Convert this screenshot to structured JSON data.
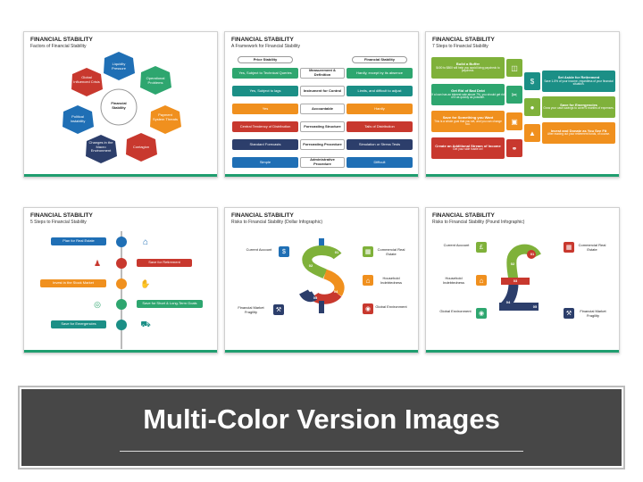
{
  "banner": {
    "title": "Multi-Color Version Images"
  },
  "slides": [
    {
      "title": "FINANCIAL STABILITY",
      "subtitle": "Factors of Financial Stability",
      "center": "Financial Stability",
      "factors": [
        "Liquidity Pressure",
        "Operational Problems",
        "Payment System Threats",
        "Contagion",
        "Changes in the Macro Environment",
        "Political Instability",
        "Global Influenced Crisis"
      ]
    },
    {
      "title": "FINANCIAL STABILITY",
      "subtitle": "A Framework for Financial Stability",
      "col_left": "Price Stability",
      "col_right": "Financial Stability",
      "rows": [
        {
          "left": "Yes, Subject to Technical Queries",
          "mid": "Measurement & Definition",
          "right": "Hardly, except by its absence"
        },
        {
          "left": "Yes, Subject to lags",
          "mid": "Instrument for Control",
          "right": "Limits, and difficult to adjust"
        },
        {
          "left": "Yes",
          "mid": "Accountable",
          "right": "Hardly"
        },
        {
          "left": "Central Tendency of Distribution",
          "mid": "Forecasting Structure",
          "right": "Tails of Distribution"
        },
        {
          "left": "Standard Forecasts",
          "mid": "Forecasting Procedure",
          "right": "Simulation or Stress Tests"
        },
        {
          "left": "Simple",
          "mid": "Administrative Procedure",
          "right": "Difficult"
        }
      ]
    },
    {
      "title": "FINANCIAL STABILITY",
      "subtitle": "7 Steps to Financial Stability",
      "steps_left": [
        {
          "head": "Build a Buffer",
          "body": "$400 to $800 will help you avoid living paycheck to paycheck."
        },
        {
          "head": "Get Rid of Bad Debt",
          "body": "If a loan has an interest rate above 7%, you should get rid of it as quickly as possible."
        },
        {
          "head": "Save for Something you Want",
          "body": "This is a whole goal that you set, and you can change too."
        },
        {
          "head": "Create an Additional Stream of Income",
          "body": "Get your side hustle on!"
        }
      ],
      "steps_right": [
        {
          "head": "Set Aside for Retirement",
          "body": "Save 1-5% of your income, regardless of your financial situation."
        },
        {
          "head": "Save for Emergencies",
          "body": "Grow your cash savings to cover 6 months of expenses."
        },
        {
          "head": "Invest and Donate as You See Fit",
          "body": "After maxing out your retirement funds, of course."
        }
      ]
    },
    {
      "title": "FINANCIAL STABILITY",
      "subtitle": "5 Steps to Financial Stability",
      "steps": [
        "Plan for Real Estate",
        "Save for Retirement",
        "Invest in the Stock Market",
        "Save for Short & Long-Term Goals",
        "Save for Emergencies"
      ]
    },
    {
      "title": "FINANCIAL STABILITY",
      "subtitle": "Risks to Financial Stability (Dollar Infographic)",
      "numbers": [
        "01",
        "02",
        "03",
        "04",
        "05"
      ],
      "risks": [
        "Current Account",
        "Commercial Real Estate",
        "Household Indebtedness",
        "Global Environment",
        "Financial Market Fragility"
      ]
    },
    {
      "title": "FINANCIAL STABILITY",
      "subtitle": "Risks to Financial Stability (Pound Infographic)",
      "numbers": [
        "01",
        "02",
        "03",
        "04",
        "05"
      ],
      "risks": [
        "Current Account",
        "Commercial Real Estate",
        "Household Indebtedness",
        "Global Environment",
        "Financial Market Fragility"
      ]
    }
  ],
  "colors": {
    "green": "#2ea66f",
    "teal": "#1b8f86",
    "orange": "#f0901e",
    "red": "#c8382e",
    "navy": "#2c3e6b",
    "blue": "#1f6fb5",
    "lime": "#7fb13a",
    "gray": "#555555"
  }
}
